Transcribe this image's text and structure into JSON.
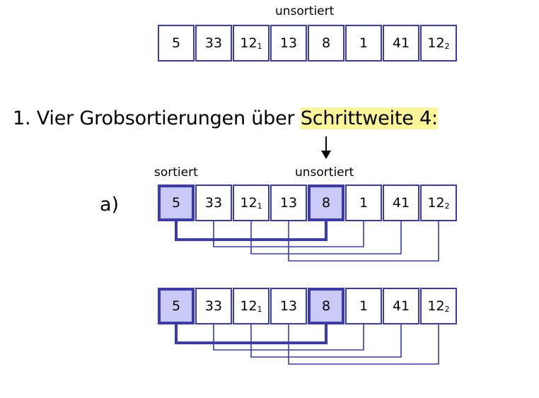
{
  "top": {
    "label": "unsortiert",
    "cells": [
      {
        "v": "5",
        "s": ""
      },
      {
        "v": "33",
        "s": ""
      },
      {
        "v": "12",
        "s": "1"
      },
      {
        "v": "13",
        "s": ""
      },
      {
        "v": "8",
        "s": ""
      },
      {
        "v": "1",
        "s": ""
      },
      {
        "v": "41",
        "s": ""
      },
      {
        "v": "12",
        "s": "2"
      }
    ]
  },
  "heading": {
    "prefix": "1. Vier Grobsortierungen über ",
    "highlight": "Schrittweite 4:"
  },
  "step_a": {
    "marker": "a)",
    "label_sorted": "sortiert",
    "label_unsorted": "unsortiert",
    "rows": [
      {
        "cells": [
          {
            "v": "5",
            "s": "",
            "hi": true
          },
          {
            "v": "33",
            "s": ""
          },
          {
            "v": "12",
            "s": "1"
          },
          {
            "v": "13",
            "s": ""
          },
          {
            "v": "8",
            "s": "",
            "hi": true
          },
          {
            "v": "1",
            "s": ""
          },
          {
            "v": "41",
            "s": ""
          },
          {
            "v": "12",
            "s": "2"
          }
        ]
      },
      {
        "cells": [
          {
            "v": "5",
            "s": "",
            "hi": true
          },
          {
            "v": "33",
            "s": ""
          },
          {
            "v": "12",
            "s": "1"
          },
          {
            "v": "13",
            "s": ""
          },
          {
            "v": "8",
            "s": "",
            "hi": true
          },
          {
            "v": "1",
            "s": ""
          },
          {
            "v": "41",
            "s": ""
          },
          {
            "v": "12",
            "s": "2"
          }
        ]
      }
    ]
  },
  "colors": {
    "cell_border": "#3a3ab4",
    "cell_highlight": "#c9cbf6",
    "text_highlight": "#fbf59a"
  }
}
